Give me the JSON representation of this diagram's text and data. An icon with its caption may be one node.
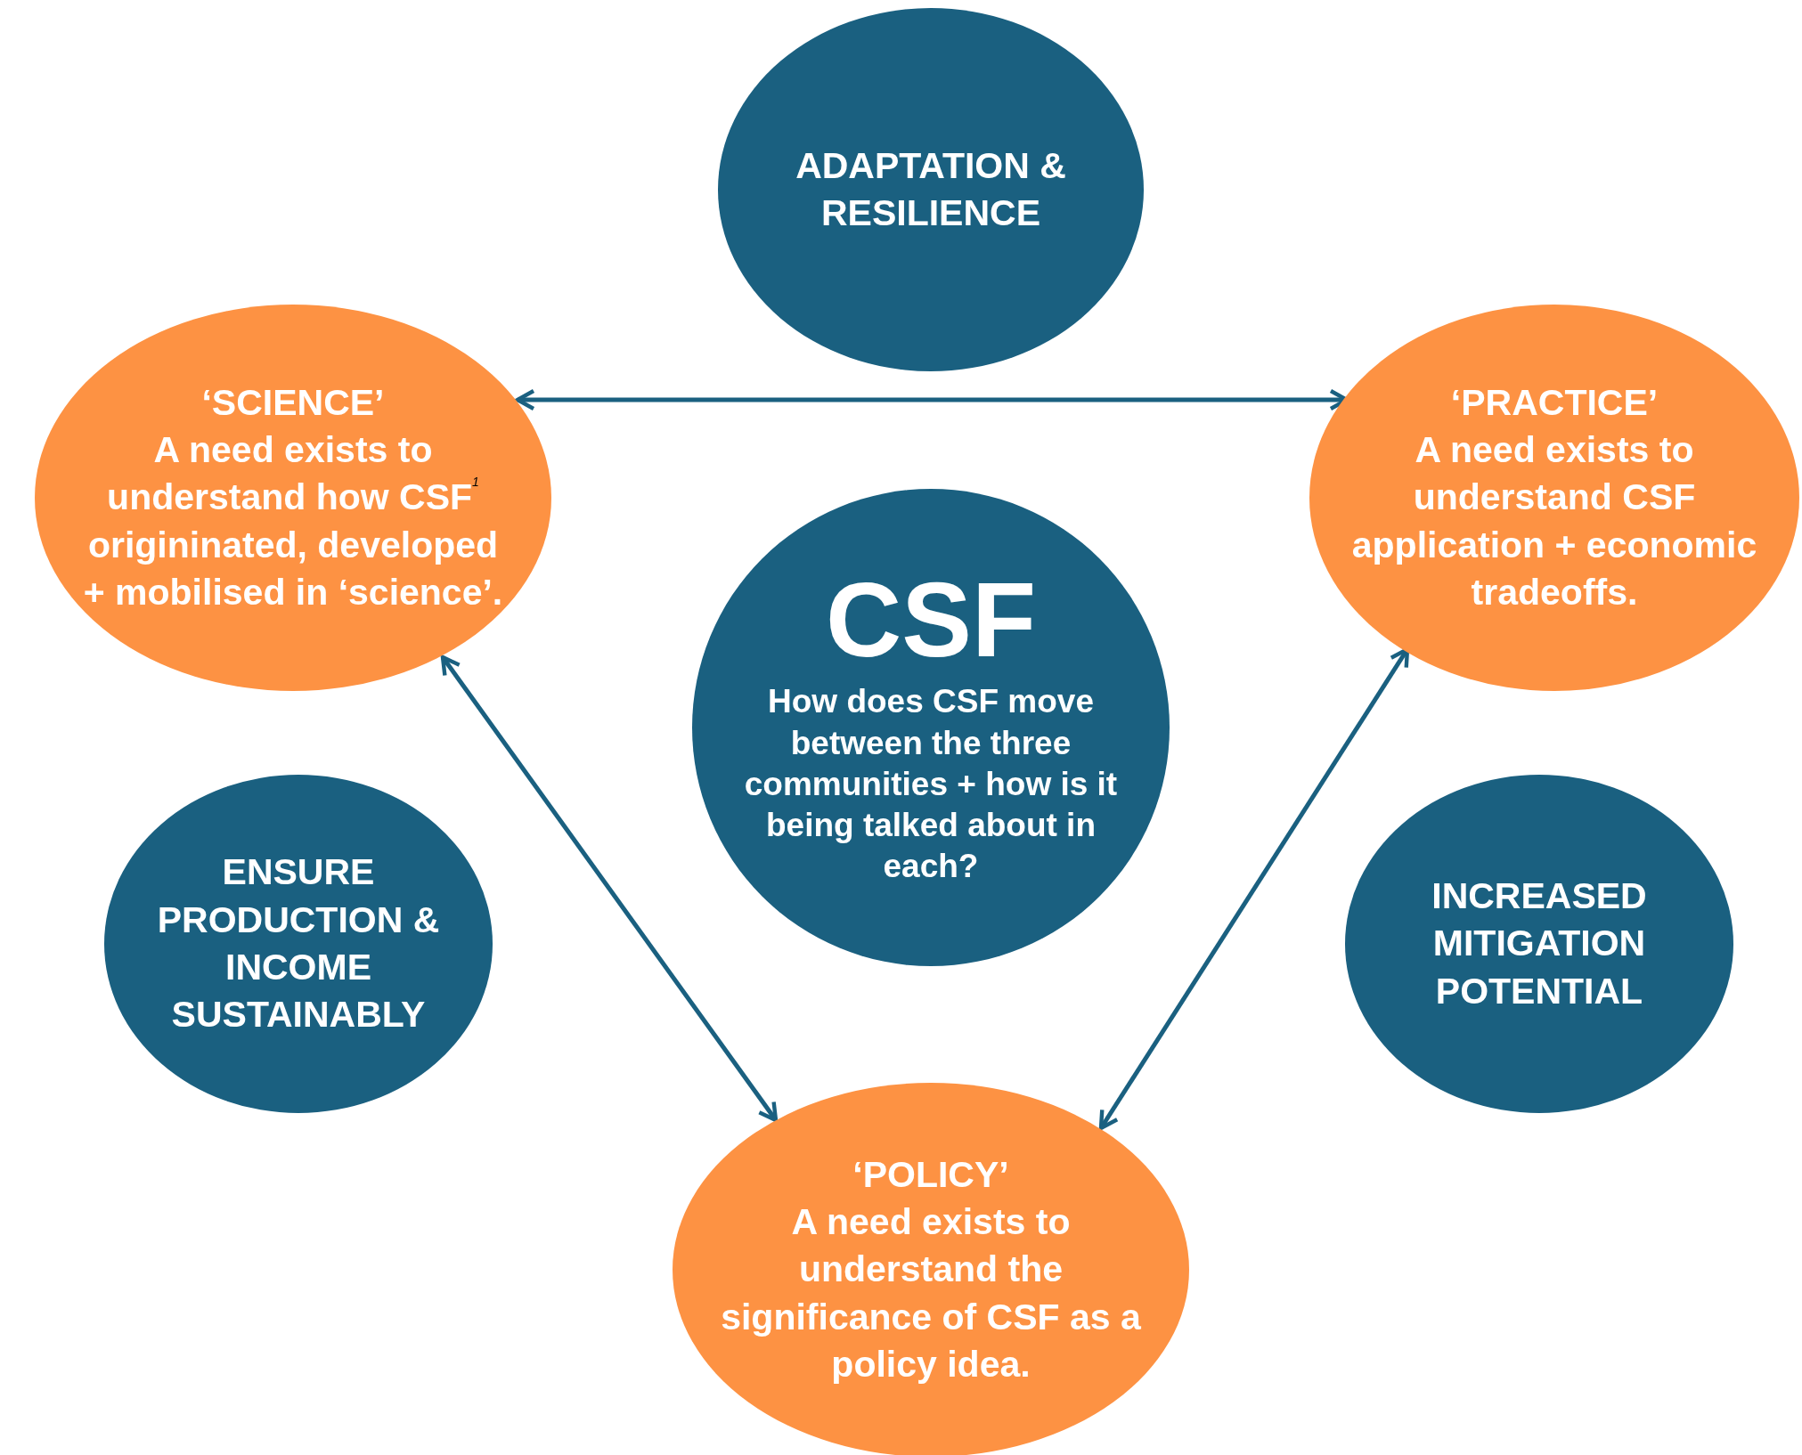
{
  "diagram": {
    "nodes": [
      {
        "text": [
          "ADAPTATION & RESILIENCE"
        ]
      },
      {
        "text": [
          "‘SCIENCE’",
          "A need exists to understand how CSF$^{1}$ origininated, developed + mobilised in ‘science’."
        ]
      },
      {
        "text": [
          "‘PRACTICE’",
          "A need exists to understand CSF application + economic tradeoffs."
        ]
      },
      {
        "text": [
          "CSF",
          "How does CSF move between the three communities + how is it being talked about in each?"
        ]
      },
      {
        "text": [
          "ENSURE PRODUCTION & INCOME SUSTAINABLY"
        ]
      },
      {
        "text": [
          "INCREASED MITIGATION POTENTIAL"
        ]
      },
      {
        "text": [
          "‘POLICY’",
          "A need exists to understand the significance of CSF as a policy idea."
        ]
      }
    ],
    "edges": [
      {
        "from": 1,
        "to": 2,
        "arrow": "both"
      },
      {
        "from": 1,
        "to": 6,
        "arrow": "both"
      },
      {
        "from": 2,
        "to": 6,
        "arrow": "both"
      }
    ]
  }
}
